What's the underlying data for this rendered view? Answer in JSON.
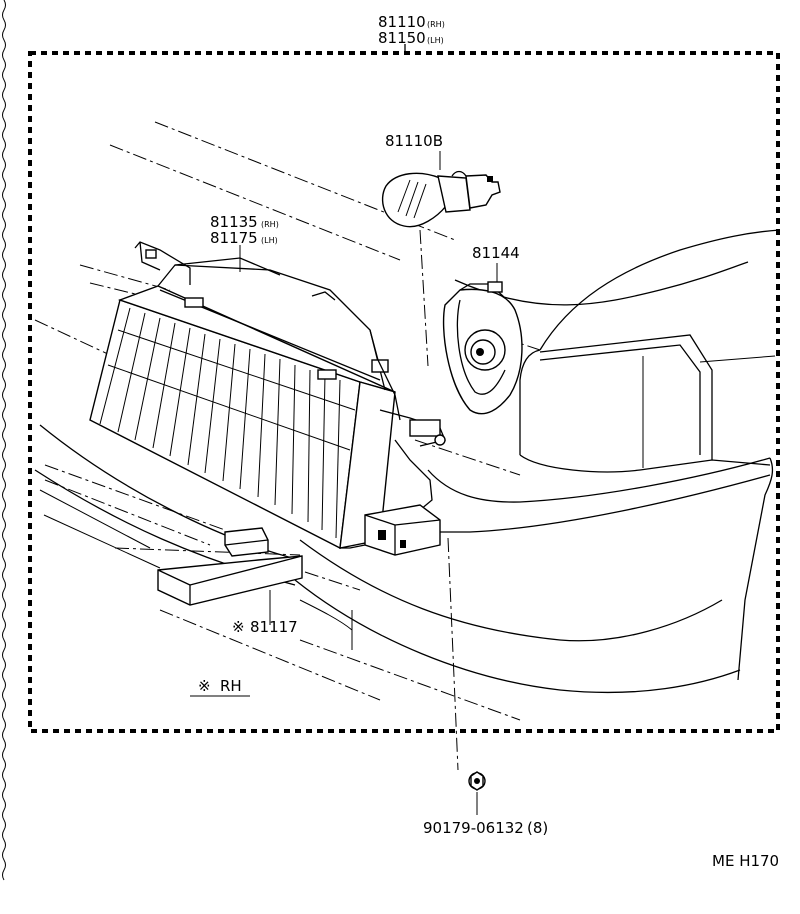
{
  "parts": {
    "assembly": {
      "number_rh": "81110",
      "suffix_rh": "(RH)",
      "number_lh": "81150",
      "suffix_lh": "(LH)"
    },
    "bulb": {
      "number": "81110B"
    },
    "socket": {
      "number": "81144"
    },
    "housing": {
      "number_rh": "81135",
      "suffix_rh": "(RH)",
      "number_lh": "81175",
      "suffix_lh": "(LH)"
    },
    "bracket": {
      "marker": "※",
      "number": "81117"
    },
    "nut": {
      "number": "90179-06132",
      "qty": "(8)"
    }
  },
  "note": {
    "marker": "※",
    "text": "RH"
  },
  "diagram_code": "ME H170"
}
